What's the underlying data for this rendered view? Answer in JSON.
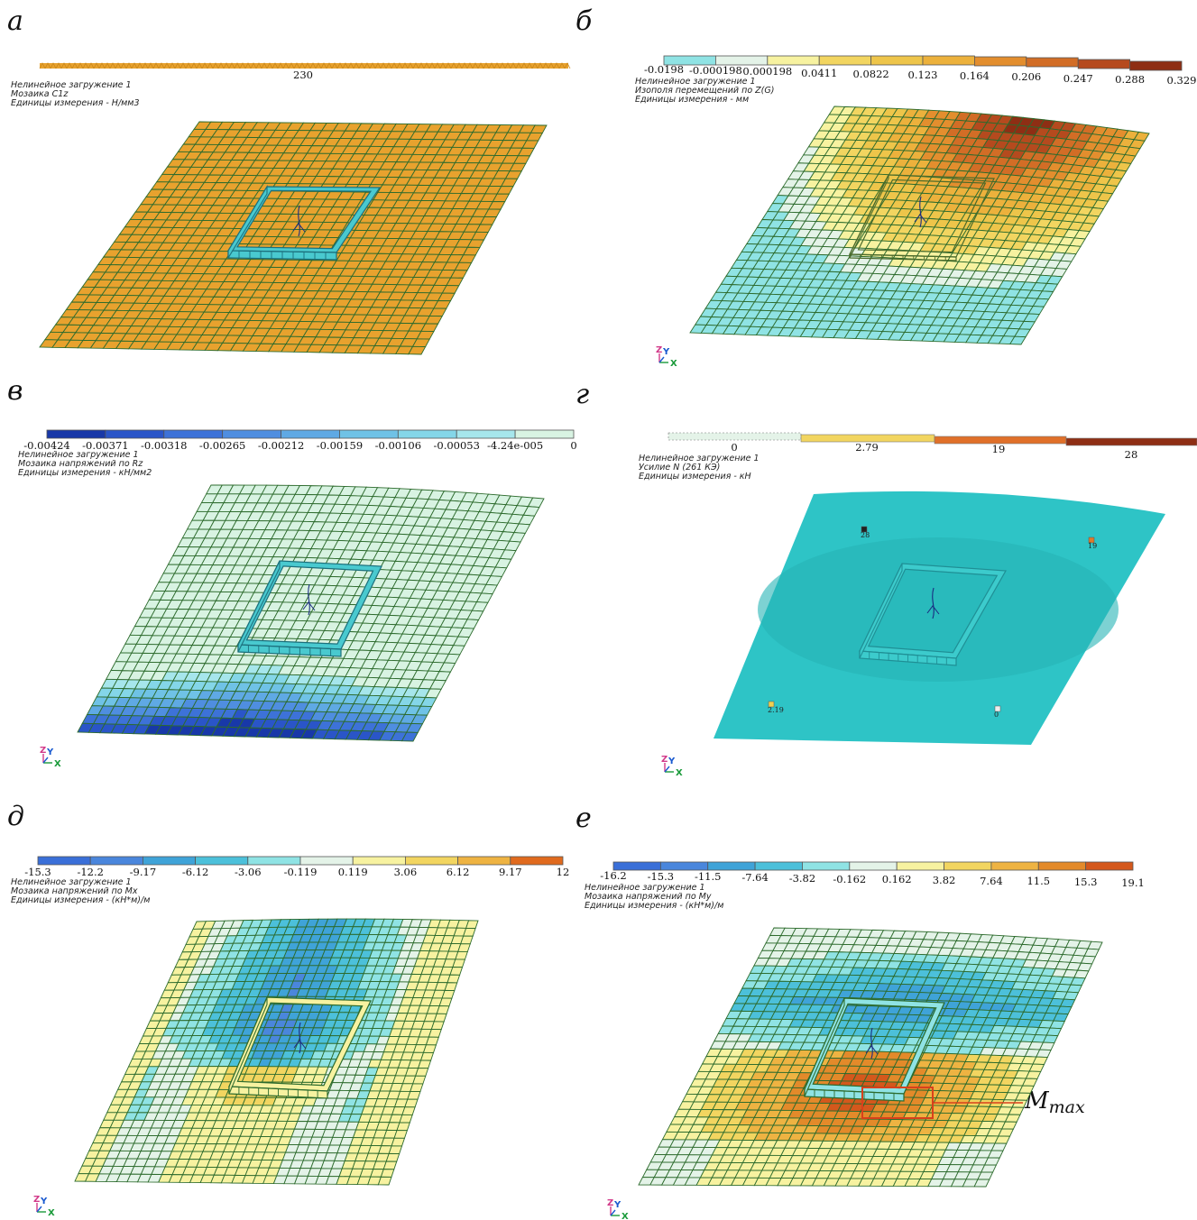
{
  "panels": [
    {
      "letter": "а",
      "info": [
        "Нелинейное загружение 1",
        "Мозаика C1z",
        "Единицы измерения - Н/мм3"
      ],
      "legend": [
        "230"
      ],
      "legend_colors": [
        "#e8a22e"
      ],
      "surface_color": "#e8a22e"
    },
    {
      "letter": "б",
      "info": [
        "Нелинейное загружение 1",
        "Изополя перемещений по Z(G)",
        "Единицы измерения - мм"
      ],
      "legend": [
        "-0.0198",
        "-0.000198",
        "0.000198",
        "0.0411",
        "0.0822",
        "0.123",
        "0.164",
        "0.206",
        "0.247",
        "0.288",
        "0.329"
      ],
      "legend_colors": [
        "#8fe3e4",
        "#e4f3e8",
        "#f7f2a0",
        "#f2d560",
        "#eec54a",
        "#ecb13c",
        "#e38e2e",
        "#d26d26",
        "#b54a1e",
        "#8e2e14"
      ]
    },
    {
      "letter": "в",
      "info": [
        "Нелинейное загружение 1",
        "Мозаика напряжений по Rz",
        "Единицы измерения - кН/мм2"
      ],
      "legend": [
        "-0.00424",
        "-0.00371",
        "-0.00318",
        "-0.00265",
        "-0.00212",
        "-0.00159",
        "-0.00106",
        "-0.00053",
        "-4.24e-005",
        "0"
      ],
      "legend_colors": [
        "#1838a8",
        "#2a55c8",
        "#3d72d8",
        "#4f8ee0",
        "#5fa9e4",
        "#6fc2e6",
        "#84d6e8",
        "#a6e6ec",
        "#d8f3e2"
      ]
    },
    {
      "letter": "г",
      "info": [
        "Нелинейное загружение 1",
        "Усилие N (261 КЭ)",
        "Единицы измерения - кН"
      ],
      "legend": [
        "0",
        "2.79",
        "19",
        "28"
      ],
      "legend_colors": [
        "#e4f3e8",
        "#f2d560",
        "#e0702a",
        "#8e2e14"
      ],
      "marks": [
        "28",
        "19",
        "2.19",
        "0"
      ],
      "surface_color": "#2ec4c6"
    },
    {
      "letter": "д",
      "info": [
        "Нелинейное загружение 1",
        "Мозаика напряжений по Mx",
        "Единицы измерения - (кН*м)/м"
      ],
      "legend": [
        "-15.3",
        "-12.2",
        "-9.17",
        "-6.12",
        "-3.06",
        "-0.119",
        "0.119",
        "3.06",
        "6.12",
        "9.17",
        "12"
      ],
      "legend_colors": [
        "#3a6fd8",
        "#4a86dc",
        "#3fa3d8",
        "#4cc0da",
        "#8fe3e4",
        "#e4f3e8",
        "#f7f2a0",
        "#f2d560",
        "#eeb342",
        "#e06a1e"
      ]
    },
    {
      "letter": "е",
      "info": [
        "Нелинейное загружение 1",
        "Мозаика напряжений по My",
        "Единицы измерения - (кН*м)/м"
      ],
      "legend": [
        "-16.2",
        "-15.3",
        "-11.5",
        "-7.64",
        "-3.82",
        "-0.162",
        "0.162",
        "3.82",
        "7.64",
        "11.5",
        "15.3",
        "19.1"
      ],
      "legend_colors": [
        "#3a6fd8",
        "#4a86dc",
        "#3fa3d8",
        "#4cc0da",
        "#8fe3e4",
        "#e4f3e8",
        "#f7f2a0",
        "#f2d560",
        "#eeb342",
        "#e38a2a",
        "#d4581c"
      ],
      "annotation": {
        "main": "M",
        "sub": "max"
      }
    }
  ],
  "axis_labels": {
    "z": "Z",
    "y": "Y",
    "x": "X"
  },
  "grid_line_color": "#2d6b2d"
}
